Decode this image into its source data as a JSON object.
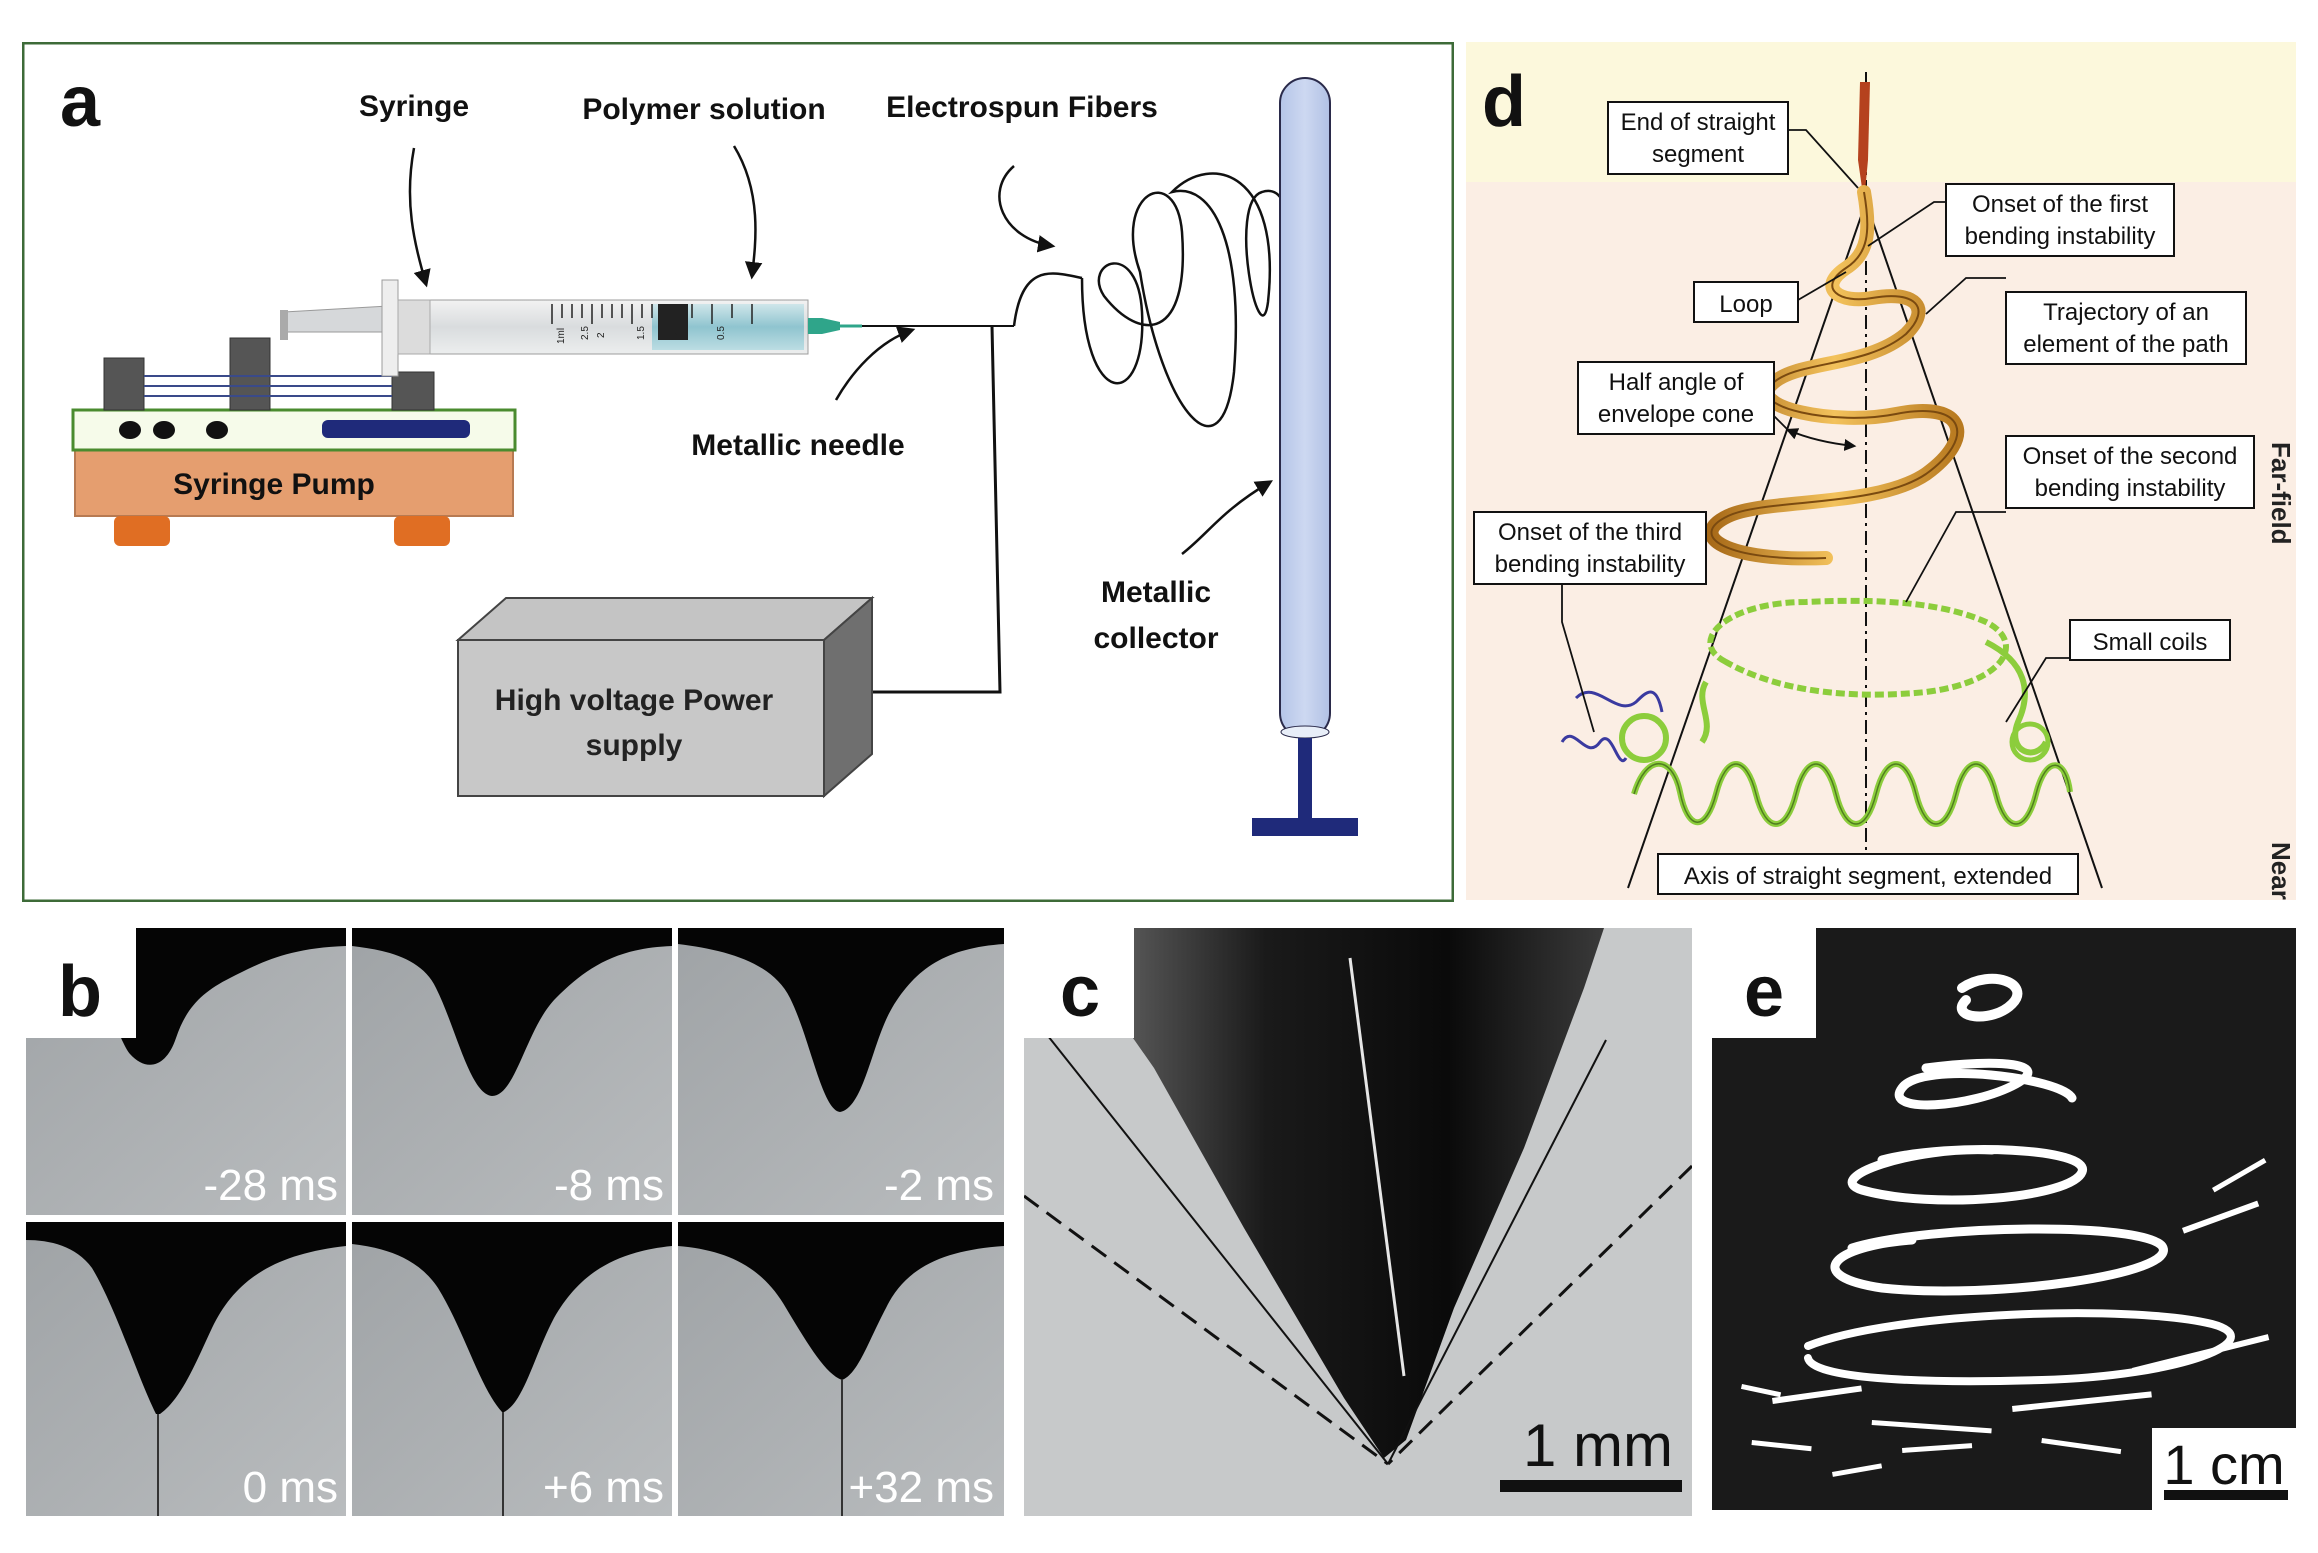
{
  "panel_a": {
    "letter": "a",
    "labels": {
      "syringe": "Syringe",
      "polymer": "Polymer solution",
      "fibers": "Electrospun Fibers",
      "needle": "Metallic needle",
      "pump": "Syringe Pump",
      "power_line1": "High voltage Power",
      "power_line2": "supply",
      "collector_line1": "Metallic",
      "collector_line2": "collector"
    },
    "scale_ticks": [
      "1ml",
      "2",
      "2.5",
      "1.5",
      "1",
      "0.5"
    ]
  },
  "panel_b": {
    "letter": "b",
    "frames": [
      {
        "time": "-28 ms"
      },
      {
        "time": "-8 ms"
      },
      {
        "time": "-2 ms"
      },
      {
        "time": "0 ms"
      },
      {
        "time": "+6 ms"
      },
      {
        "time": "+32 ms"
      }
    ]
  },
  "panel_c": {
    "letter": "c",
    "scale": "1 mm"
  },
  "panel_d": {
    "letter": "d",
    "near_field": "Near-field",
    "far_field": "Far-field",
    "labels": {
      "end_straight_1": "End of straight",
      "end_straight_2": "segment",
      "onset_first_1": "Onset of the first",
      "onset_first_2": "bending instability",
      "loop": "Loop",
      "trajectory_1": "Trajectory of an",
      "trajectory_2": "element of the path",
      "half_angle_1": "Half angle of",
      "half_angle_2": "envelope cone",
      "onset_second_1": "Onset of the second",
      "onset_second_2": "bending instability",
      "onset_third_1": "Onset of the third",
      "onset_third_2": "bending instability",
      "small_coils": "Small coils",
      "axis": "Axis of straight segment, extended"
    }
  },
  "panel_e": {
    "letter": "e",
    "scale": "1 cm"
  }
}
